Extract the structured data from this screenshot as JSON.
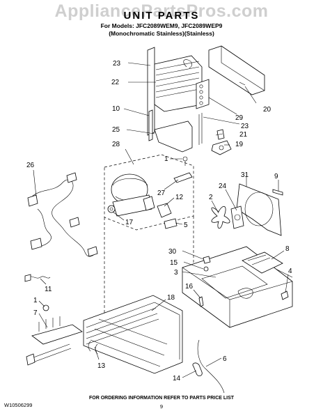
{
  "watermark": "AppliancePartsPros.com",
  "title": "UNIT PARTS",
  "models_line": "For Models: JFC2089WEM9, JFC2089WEP9",
  "finish_line": "(Monochromatic Stainless)(Stainless)",
  "footer": {
    "doc_number": "W10506299",
    "ordering_note": "FOR ORDERING INFORMATION REFER TO PARTS PRICE LIST",
    "page_number": "9"
  },
  "callouts": [
    {
      "id": "c23a",
      "label": "23"
    },
    {
      "id": "c22",
      "label": "22"
    },
    {
      "id": "c10",
      "label": "10"
    },
    {
      "id": "c25",
      "label": "25"
    },
    {
      "id": "c28",
      "label": "28"
    },
    {
      "id": "c20",
      "label": "20"
    },
    {
      "id": "c29",
      "label": "29"
    },
    {
      "id": "c23b",
      "label": "23"
    },
    {
      "id": "c21",
      "label": "21"
    },
    {
      "id": "c19",
      "label": "19"
    },
    {
      "id": "c1a",
      "label": "1"
    },
    {
      "id": "c26",
      "label": "26"
    },
    {
      "id": "c27",
      "label": "27"
    },
    {
      "id": "c12",
      "label": "12"
    },
    {
      "id": "c17",
      "label": "17"
    },
    {
      "id": "c5",
      "label": "5"
    },
    {
      "id": "c31",
      "label": "31"
    },
    {
      "id": "c9",
      "label": "9"
    },
    {
      "id": "c24",
      "label": "24"
    },
    {
      "id": "c2",
      "label": "2"
    },
    {
      "id": "c30",
      "label": "30"
    },
    {
      "id": "c15",
      "label": "15"
    },
    {
      "id": "c3",
      "label": "3"
    },
    {
      "id": "c8",
      "label": "8"
    },
    {
      "id": "c4",
      "label": "4"
    },
    {
      "id": "c11",
      "label": "11"
    },
    {
      "id": "c16",
      "label": "16"
    },
    {
      "id": "c18",
      "label": "18"
    },
    {
      "id": "c1b",
      "label": "1"
    },
    {
      "id": "c7",
      "label": "7"
    },
    {
      "id": "c13",
      "label": "13"
    },
    {
      "id": "c6",
      "label": "6"
    },
    {
      "id": "c14",
      "label": "14"
    }
  ]
}
